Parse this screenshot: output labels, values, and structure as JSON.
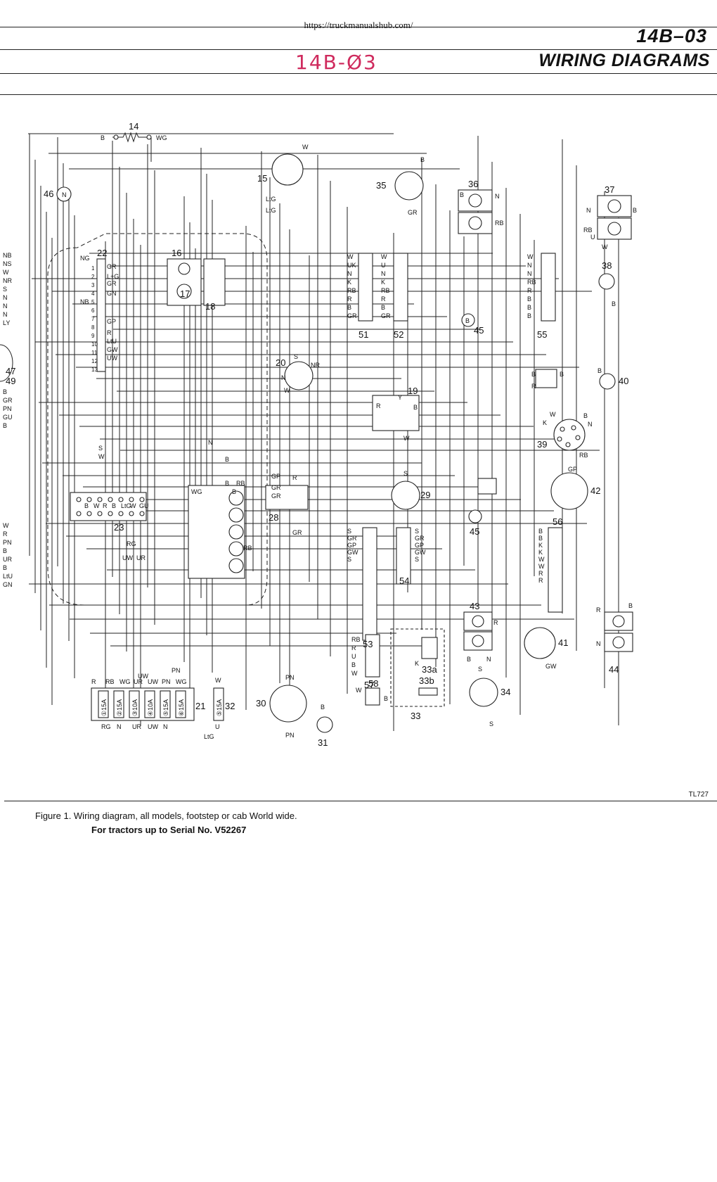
{
  "header": {
    "url": "https://truckmanualshub.com/",
    "page_number": "14B–03",
    "handwritten_ref": "14B-Ø3",
    "section_title": "WIRING DIAGRAMS"
  },
  "diagram": {
    "components": [
      {
        "id": "14",
        "kind": "resistor",
        "wires": [
          "B",
          "WG"
        ]
      },
      {
        "id": "15",
        "kind": "gauge",
        "wires": [
          "LtG",
          "LtG",
          "W"
        ]
      },
      {
        "id": "16",
        "kind": "lamp-box"
      },
      {
        "id": "17",
        "kind": "lamp"
      },
      {
        "id": "18",
        "kind": "switch"
      },
      {
        "id": "19",
        "kind": "relay",
        "wires": [
          "R",
          "B",
          "Y",
          "W"
        ]
      },
      {
        "id": "20",
        "kind": "switch",
        "wires": [
          "S",
          "N",
          "NR",
          "W"
        ]
      },
      {
        "id": "21",
        "kind": "fuse-box"
      },
      {
        "id": "22",
        "kind": "connector",
        "wires": [
          "NG",
          "GR",
          "L+G",
          "GR",
          "GN",
          "NB",
          "GP",
          "R",
          "LtU",
          "GW",
          "UW"
        ]
      },
      {
        "id": "23",
        "kind": "connector",
        "wires": [
          "B",
          "W",
          "R",
          "B",
          "LtG",
          "W",
          "GU"
        ]
      },
      {
        "id": "28",
        "kind": "relay",
        "wires": [
          "GP",
          "GR",
          "GR",
          "R",
          "GR"
        ]
      },
      {
        "id": "29",
        "kind": "sender",
        "wires": [
          "S"
        ]
      },
      {
        "id": "30",
        "kind": "sender",
        "wires": [
          "PN",
          "PN"
        ]
      },
      {
        "id": "31",
        "kind": "lamp",
        "wires": [
          "B"
        ]
      },
      {
        "id": "32",
        "kind": "fuse"
      },
      {
        "id": "33",
        "kind": "assembly"
      },
      {
        "id": "33a",
        "kind": "switch",
        "wires": [
          "K"
        ]
      },
      {
        "id": "33b",
        "kind": "resistor"
      },
      {
        "id": "34",
        "kind": "sender",
        "wires": [
          "S",
          "S"
        ]
      },
      {
        "id": "35",
        "kind": "sender",
        "wires": [
          "B",
          "GR"
        ]
      },
      {
        "id": "36",
        "kind": "lamp-pair",
        "wires": [
          "B",
          "N",
          "RB"
        ]
      },
      {
        "id": "37",
        "kind": "lamp-pair",
        "wires": [
          "N",
          "B",
          "RB",
          "U",
          "W"
        ]
      },
      {
        "id": "38",
        "kind": "lamp",
        "wires": [
          "B"
        ]
      },
      {
        "id": "39",
        "kind": "socket",
        "wires": [
          "W",
          "K",
          "B",
          "N",
          "RB"
        ]
      },
      {
        "id": "40",
        "kind": "lamp",
        "wires": [
          "B",
          "B",
          "R",
          "B"
        ]
      },
      {
        "id": "41",
        "kind": "sender",
        "wires": [
          "GW"
        ]
      },
      {
        "id": "42",
        "kind": "sender",
        "wires": [
          "GP"
        ]
      },
      {
        "id": "43",
        "kind": "lamp-pair",
        "wires": [
          "R",
          "B",
          "N"
        ]
      },
      {
        "id": "44",
        "kind": "lamp-pair",
        "wires": [
          "R",
          "B",
          "N"
        ]
      },
      {
        "id": "45",
        "kind": "ground",
        "wires": [
          "B"
        ]
      },
      {
        "id": "46",
        "kind": "ground",
        "wires": [
          "N"
        ]
      },
      {
        "id": "47",
        "kind": "component"
      },
      {
        "id": "49",
        "kind": "component"
      },
      {
        "id": "51",
        "kind": "connector",
        "wires": [
          "W",
          "UK",
          "N",
          "K",
          "RB",
          "R",
          "B",
          "GR"
        ]
      },
      {
        "id": "52",
        "kind": "connector",
        "wires": [
          "W",
          "U",
          "N",
          "K",
          "RB",
          "R",
          "B",
          "GR"
        ]
      },
      {
        "id": "53",
        "kind": "connector",
        "wires": [
          "S",
          "GR",
          "GP",
          "GW",
          "S"
        ]
      },
      {
        "id": "54",
        "kind": "connector",
        "wires": [
          "S",
          "GR",
          "GP",
          "GW",
          "S"
        ]
      },
      {
        "id": "55",
        "kind": "connector",
        "wires": [
          "W",
          "N",
          "N",
          "RB",
          "R",
          "B",
          "B",
          "B"
        ]
      },
      {
        "id": "56",
        "kind": "connector",
        "wires": [
          "B",
          "B",
          "K",
          "K",
          "W",
          "W",
          "R",
          "R"
        ]
      },
      {
        "id": "57",
        "kind": "connector",
        "wires": [
          "RB",
          "R",
          "U",
          "B",
          "W"
        ]
      },
      {
        "id": "58",
        "kind": "connector",
        "wires": [
          "W",
          "B"
        ]
      }
    ],
    "left_wire_labels": [
      "NB",
      "NS",
      "W",
      "NR",
      "S",
      "N",
      "N",
      "N",
      "LY",
      "B",
      "GR",
      "PN",
      "GU",
      "B",
      "W",
      "R",
      "PN",
      "B",
      "UR",
      "B",
      "LtU",
      "GN"
    ],
    "fuse_box_21": {
      "top_labels": [
        "R",
        "RB",
        "WG",
        "UR",
        "UW",
        "PN",
        "WG"
      ],
      "fuses": [
        "①15A",
        "②15A",
        "③10A",
        "④10A",
        "⑤15A",
        "⑥15A"
      ],
      "bottom_labels": [
        "RG",
        "N",
        "UR",
        "UW",
        "N"
      ],
      "fuse_32": "⑤15A",
      "fuse_32_wires": [
        "W",
        "U",
        "LtG"
      ]
    },
    "misc_labels": [
      "UW",
      "PN",
      "RG",
      "UW",
      "UR",
      "B",
      "RB",
      "RB",
      "N",
      "S",
      "W",
      "B",
      "B",
      "WG"
    ],
    "tag": "TL727"
  },
  "caption": {
    "line1": "Figure 1. Wiring diagram, all models, footstep or cab World wide.",
    "line2": "For tractors up to Serial No. V52267"
  }
}
